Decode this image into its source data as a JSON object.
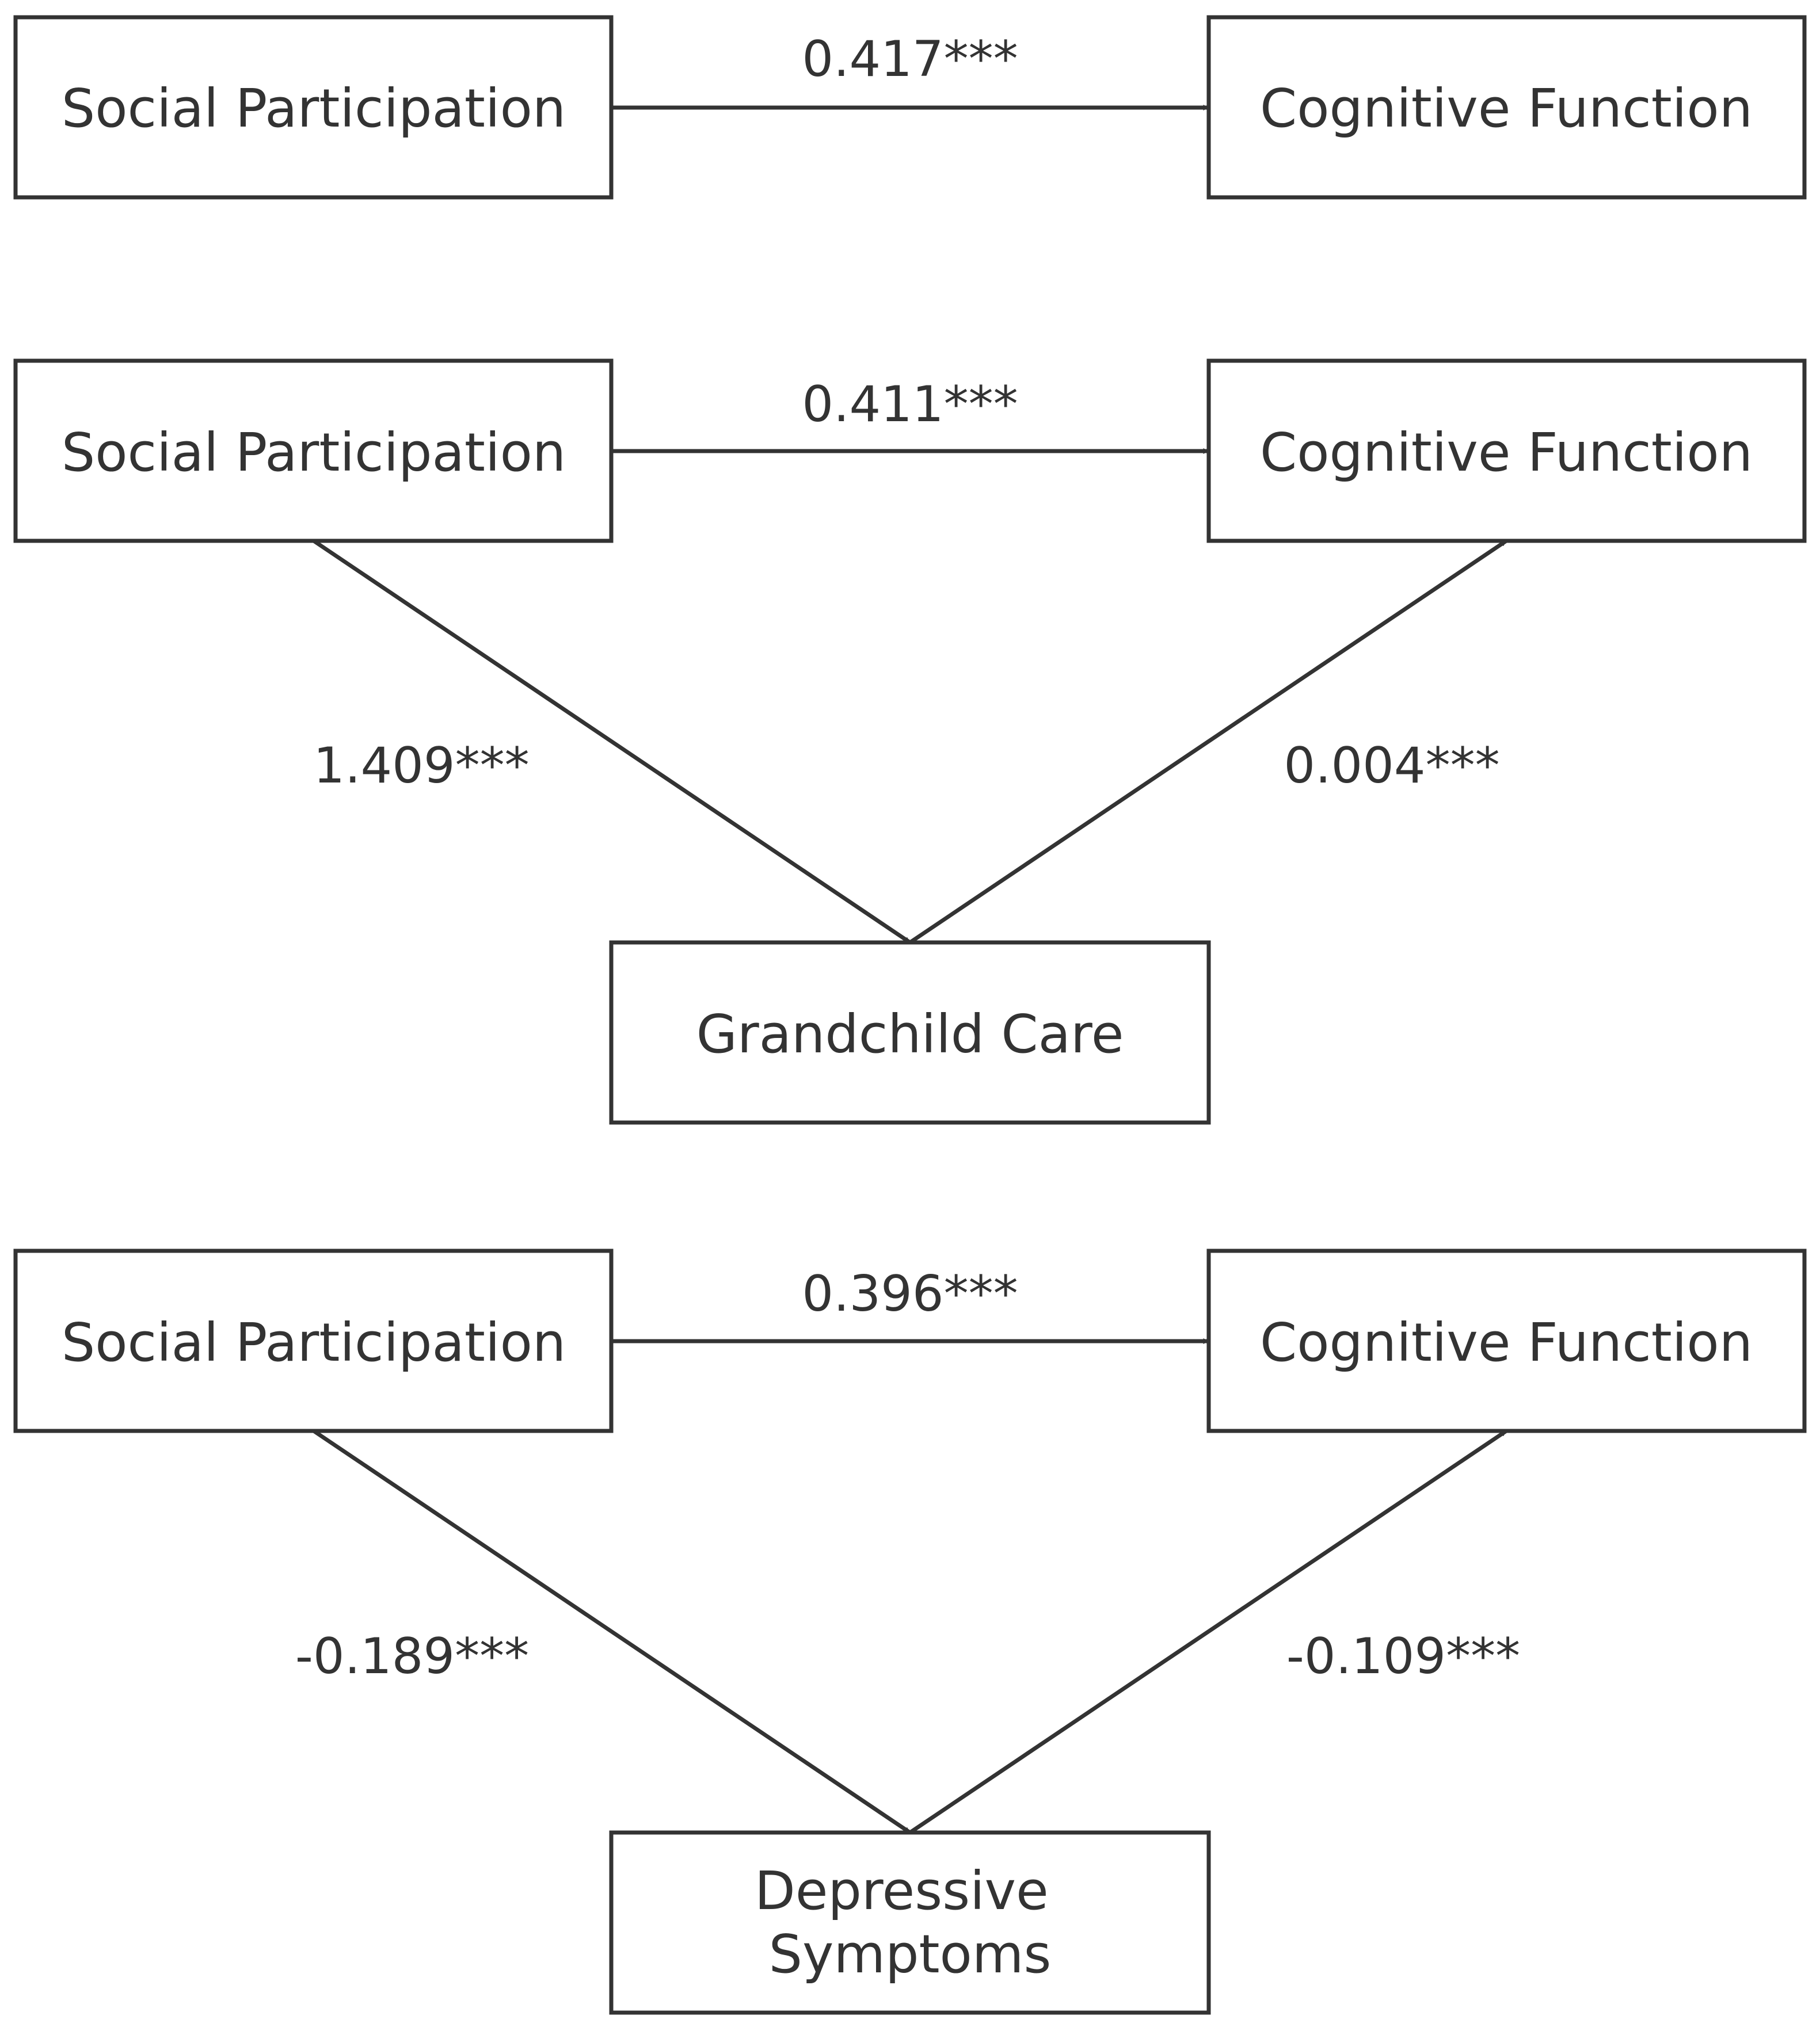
{
  "colors": {
    "stroke": "#333333",
    "text": "#333333",
    "background": "#ffffff"
  },
  "panels": [
    {
      "nodes": {
        "source": "Social Participation",
        "target": "Cognitive Function"
      },
      "edges": {
        "direct": "0.417***"
      }
    },
    {
      "nodes": {
        "source": "Social Participation",
        "target": "Cognitive Function",
        "mediator": "Grandchild Care"
      },
      "edges": {
        "direct": "0.411***",
        "source_to_mediator": "1.409***",
        "mediator_to_target": "0.004***"
      }
    },
    {
      "nodes": {
        "source": "Social Participation",
        "target": "Cognitive Function",
        "mediator": [
          "Depressive",
          "Symptoms"
        ]
      },
      "edges": {
        "direct": "0.396***",
        "source_to_mediator": "-0.189***",
        "mediator_to_target": "-0.109***"
      }
    }
  ]
}
